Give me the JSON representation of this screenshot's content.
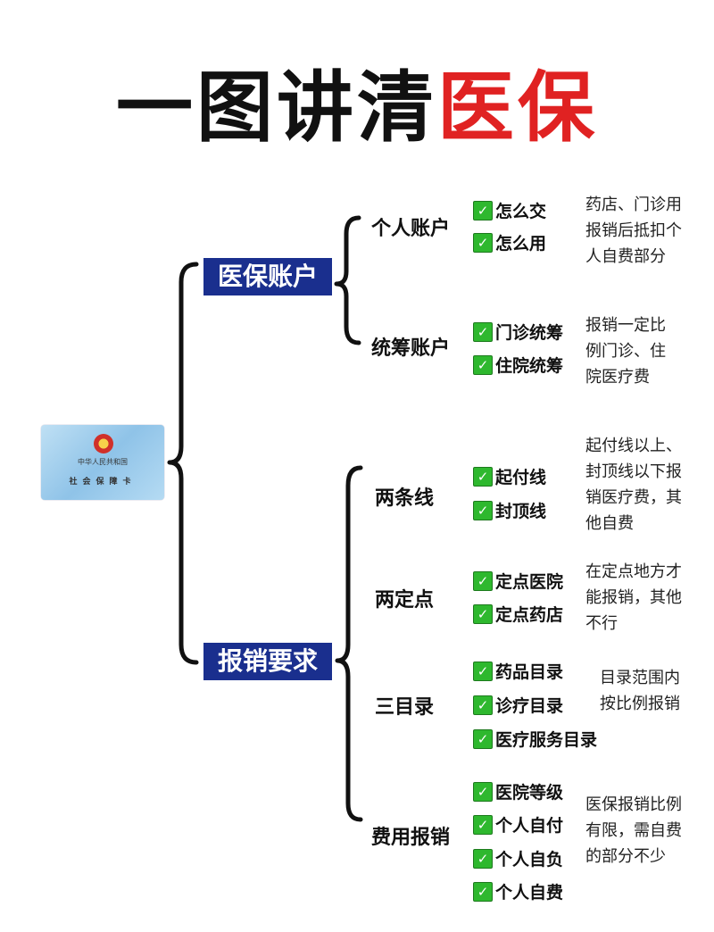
{
  "title": {
    "part1": "一图讲清",
    "part2": "医保"
  },
  "card": {
    "line1": "中华人民共和国",
    "line2": "社会保障卡",
    "emblem": "national-emblem-icon"
  },
  "checkmark": "✓",
  "colors": {
    "category_bg": "#1a2f8e",
    "title_red": "#e02222",
    "check_green": "#2eb82e"
  },
  "categories": [
    {
      "label": "医保账户",
      "groups": [
        {
          "label": "个人账户",
          "items": [
            "怎么交",
            "怎么用"
          ],
          "note": [
            "药店、门诊用",
            "报销后抵扣个",
            "人自费部分"
          ]
        },
        {
          "label": "统筹账户",
          "items": [
            "门诊统筹",
            "住院统筹"
          ],
          "note": [
            "报销一定比",
            "例门诊、住",
            "院医疗费"
          ]
        }
      ]
    },
    {
      "label": "报销要求",
      "groups": [
        {
          "label": "两条线",
          "items": [
            "起付线",
            "封顶线"
          ],
          "note": [
            "起付线以上、",
            "封顶线以下报",
            "销医疗费，其",
            "他自费"
          ]
        },
        {
          "label": "两定点",
          "items": [
            "定点医院",
            "定点药店"
          ],
          "note": [
            "在定点地方才",
            "能报销，其他",
            "不行"
          ]
        },
        {
          "label": "三目录",
          "items": [
            "药品目录",
            "诊疗目录",
            "医疗服务目录"
          ],
          "note": [
            "目录范围内",
            "按比例报销"
          ]
        },
        {
          "label": "费用报销",
          "items": [
            "医院等级",
            "个人自付",
            "个人自负",
            "个人自费"
          ],
          "note": [
            "医保报销比例",
            "有限，需自费",
            "的部分不少"
          ]
        }
      ]
    }
  ]
}
